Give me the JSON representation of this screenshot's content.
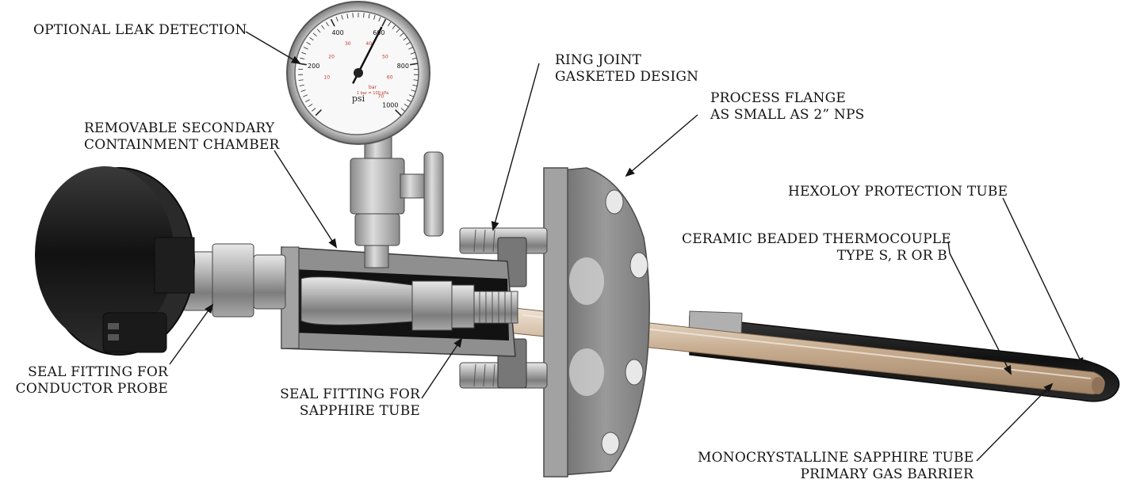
{
  "diagram": {
    "labels": {
      "leak_detection": [
        "OPTIONAL LEAK DETECTION"
      ],
      "secondary_chamber": [
        "REMOVABLE SECONDARY",
        "CONTAINMENT CHAMBER"
      ],
      "ring_joint": [
        "RING JOINT",
        "GASKETED DESIGN"
      ],
      "process_flange": [
        "PROCESS FLANGE",
        "AS SMALL AS 2” NPS"
      ],
      "hexoloy_tube": [
        "HEXOLOY PROTECTION TUBE"
      ],
      "thermocouple": [
        "CERAMIC BEADED THERMOCOUPLE",
        "TYPE S, R OR B"
      ],
      "seal_conductor": [
        "SEAL FITTING FOR",
        "CONDUCTOR PROBE"
      ],
      "seal_sapphire": [
        "SEAL FITTING FOR",
        "SAPPHIRE TUBE"
      ],
      "sapphire_tube": [
        "MONOCRYSTALLINE SAPPHIRE TUBE",
        "PRIMARY GAS BARRIER"
      ]
    },
    "gauge": {
      "unit": "psi",
      "outer_ticks": [
        "200",
        "400",
        "600",
        "800",
        "1000"
      ],
      "inner_ticks": [
        "10",
        "20",
        "30",
        "40",
        "50",
        "60",
        "70"
      ],
      "inner_unit": [
        "bar",
        "1 bar = 100 kPa"
      ],
      "needle_value": 600
    },
    "colors": {
      "text": "#141414",
      "line": "#141414",
      "steel": "#9c9c9c",
      "flange": "#8a8a8a",
      "black": "#1c1c1c",
      "sapphire": "#c8b39a",
      "gauge_red": "#c0392b"
    }
  }
}
